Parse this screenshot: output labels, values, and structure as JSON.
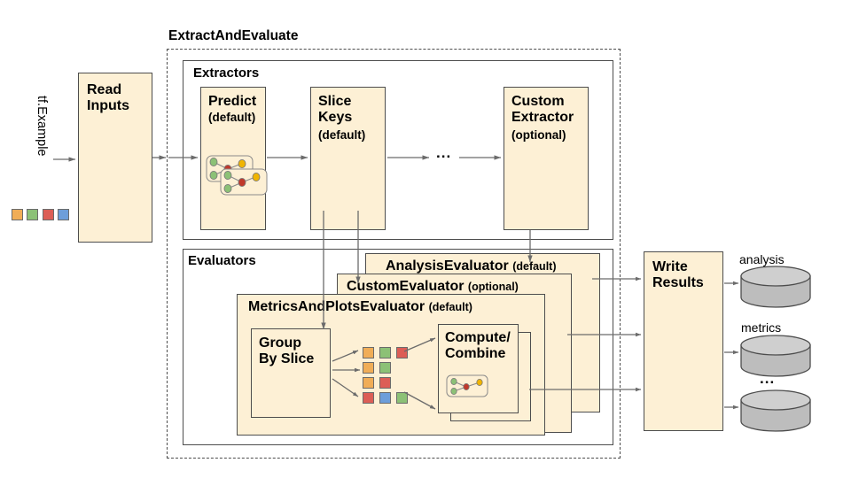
{
  "diagram": {
    "title": "ExtractAndEvaluate",
    "input_label": "tf.Example",
    "ellipsis": "...",
    "colors": {
      "box_fill": "#fdf0d5",
      "box_stroke": "#4d4d4d",
      "arrow": "#6b6b6b",
      "cylinder_body": "#bdbdbd",
      "cylinder_top": "#cfcfcf",
      "swatch_orange": "#f0ad57",
      "swatch_green": "#8cc176",
      "swatch_red": "#dc5e56",
      "swatch_blue": "#6d9eda"
    },
    "input_swatches": [
      "orange",
      "green",
      "red",
      "blue"
    ],
    "read_inputs": {
      "line1": "Read",
      "line2": "Inputs"
    },
    "extractors": {
      "group_title": "Extractors",
      "nodes": [
        {
          "title_lines": [
            "Predict"
          ],
          "sub": "(default)",
          "has_graph_icon": true
        },
        {
          "title_lines": [
            "Slice",
            "Keys"
          ],
          "sub": "(default)",
          "has_graph_icon": false
        },
        {
          "title_lines": [
            "Custom",
            "Extractor"
          ],
          "sub": "(optional)",
          "has_graph_icon": false
        }
      ]
    },
    "evaluators": {
      "group_title": "Evaluators",
      "stack": [
        {
          "name": "AnalysisEvaluator",
          "sub": "(default)"
        },
        {
          "name": "CustomEvaluator",
          "sub": "(optional)"
        },
        {
          "name": "MetricsAndPlotsEvaluator",
          "sub": "(default)"
        }
      ],
      "group_by_slice": {
        "line1": "Group",
        "line2": "By Slice"
      },
      "slice_rows": [
        [
          "orange",
          "green",
          "red"
        ],
        [
          "orange",
          "green"
        ],
        [
          "orange",
          "red"
        ],
        [
          "red",
          "blue",
          "green"
        ]
      ],
      "compute": {
        "line1": "Compute/",
        "line2": "Combine"
      }
    },
    "write_results": {
      "line1": "Write",
      "line2": "Results"
    },
    "outputs": [
      {
        "label": "analysis"
      },
      {
        "label": "metrics"
      },
      {
        "label": "..."
      }
    ]
  }
}
